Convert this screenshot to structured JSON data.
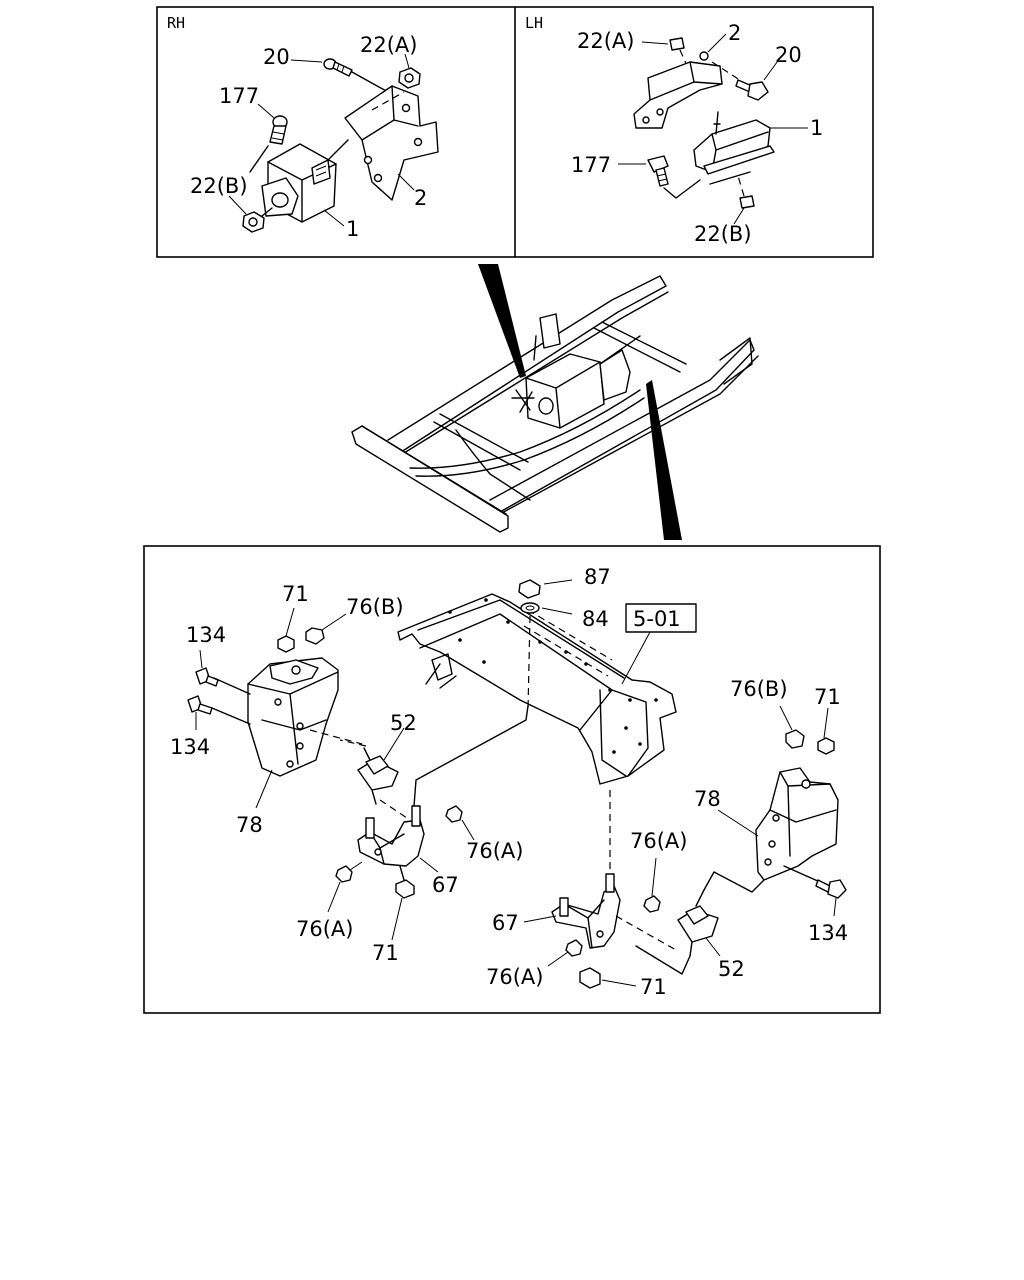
{
  "panels": {
    "rh": {
      "header": "RH"
    },
    "lh": {
      "header": "LH"
    }
  },
  "labels": {
    "rh_20": "20",
    "rh_22a": "22(A)",
    "rh_177": "177",
    "rh_22b": "22(B)",
    "rh_1": "1",
    "rh_2": "2",
    "lh_22a": "22(A)",
    "lh_2": "2",
    "lh_20": "20",
    "lh_1": "1",
    "lh_177": "177",
    "lh_22b": "22(B)",
    "b_87": "87",
    "b_84": "84",
    "b_ref": "5-01",
    "b_71_tl": "71",
    "b_76b_l": "76(B)",
    "b_134_t": "134",
    "b_134_b": "134",
    "b_52_l": "52",
    "b_78_l": "78",
    "b_76a_l1": "76(A)",
    "b_67_l": "67",
    "b_76a_l2": "76(A)",
    "b_71_bl": "71",
    "b_76b_r": "76(B)",
    "b_71_tr": "71",
    "b_78_r": "78",
    "b_76a_r1": "76(A)",
    "b_134_r": "134",
    "b_67_r": "67",
    "b_52_r": "52",
    "b_76a_r2": "76(A)",
    "b_71_br": "71"
  }
}
